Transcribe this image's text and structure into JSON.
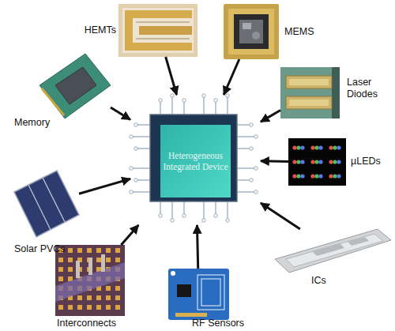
{
  "diagram": {
    "nodes": [
      {
        "text": [
          "HEMTs"
        ]
      },
      {
        "text": [
          "MEMS"
        ]
      },
      {
        "text": [
          "Laser Diodes"
        ]
      },
      {
        "text": [
          "Memory"
        ]
      },
      {
        "text": [
          "Heterogeneous Integrated Device"
        ]
      },
      {
        "text": [
          "µLEDs"
        ]
      },
      {
        "text": [
          "Solar PVCs"
        ]
      },
      {
        "text": [
          "ICs"
        ]
      },
      {
        "text": [
          "Interconnects"
        ]
      },
      {
        "text": [
          "RF Sensors"
        ]
      }
    ],
    "edges": [
      {
        "from": 0,
        "to": 4,
        "arrow": "to"
      },
      {
        "from": 1,
        "to": 4,
        "arrow": "to"
      },
      {
        "from": 2,
        "to": 4,
        "arrow": "to"
      },
      {
        "from": 3,
        "to": 4,
        "arrow": "to"
      },
      {
        "from": 5,
        "to": 4,
        "arrow": "to"
      },
      {
        "from": 6,
        "to": 4,
        "arrow": "to"
      },
      {
        "from": 7,
        "to": 4,
        "arrow": "to"
      },
      {
        "from": 8,
        "to": 4,
        "arrow": "to"
      },
      {
        "from": 9,
        "to": 4,
        "arrow": "to"
      }
    ]
  }
}
